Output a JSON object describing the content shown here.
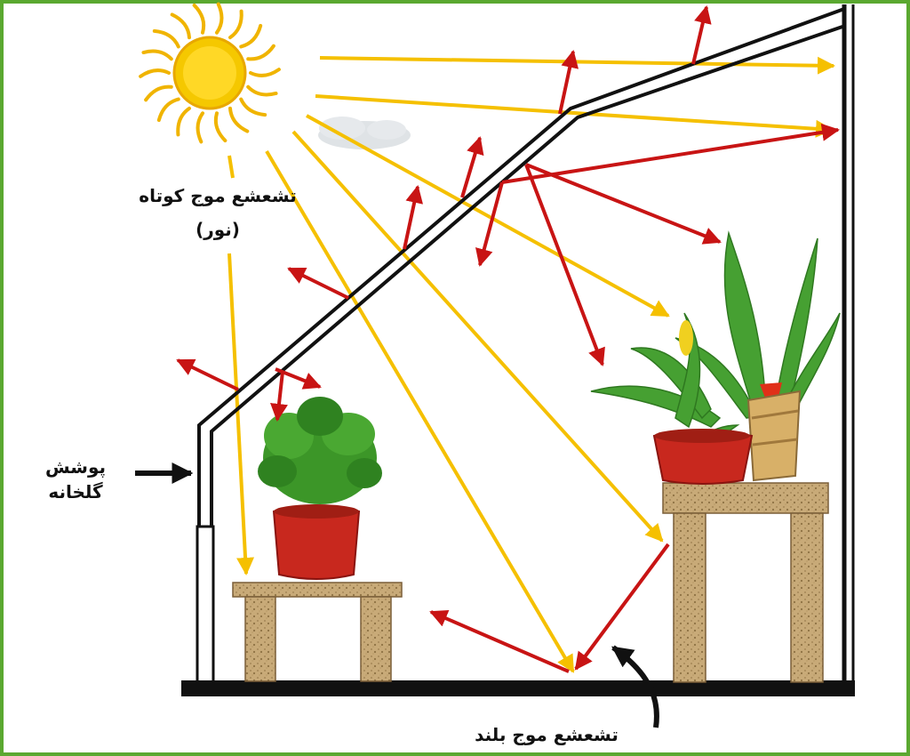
{
  "labels": {
    "shortwave_line1": "تشعشع موج کوتاه",
    "shortwave_line2": "(نور)",
    "cover_line1": "پوشش",
    "cover_line2": "گلخانه",
    "longwave": "تشعشع موج بلند"
  },
  "colors": {
    "frame_border": "#5aa830",
    "sun": "#f5c800",
    "shortwave_ray": "#f5c000",
    "longwave_ray": "#c81414",
    "structure": "#111111",
    "pot": "#c8281e",
    "foliage": "#3c9628",
    "table_wood": "#c8aa78"
  },
  "icons": {
    "sun": "sun-icon",
    "pointer": "arrow-pointer-icon"
  }
}
